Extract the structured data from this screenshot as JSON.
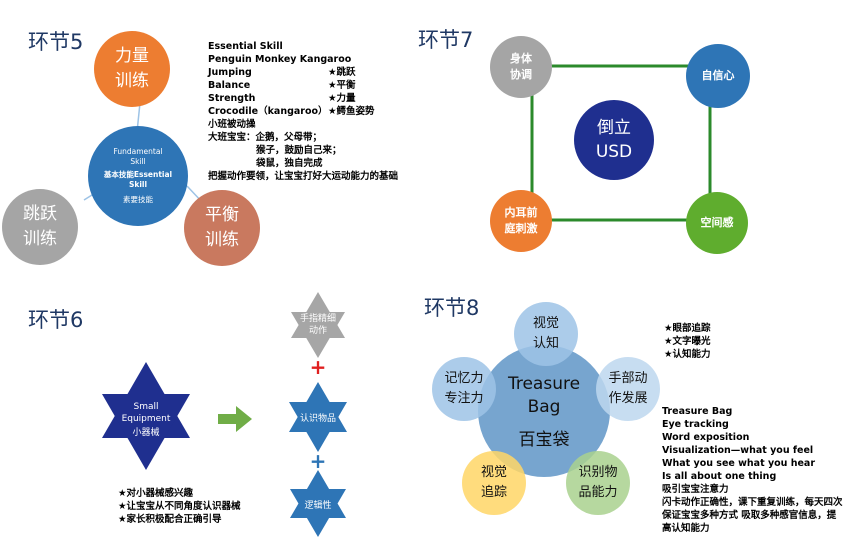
{
  "s5": {
    "heading": "环节5",
    "circles": {
      "strength": "力量\n训练",
      "center_line1": "Fundamental\nSkill",
      "center_line2": "基本技能Essential\nSkill",
      "center_line3": "素要技能",
      "jump": "跳跃\n训练",
      "balance": "平衡\n训练"
    },
    "lines": [
      "Essential Skill",
      "Penguin Monkey Kangaroo",
      "Jumping",
      "Balance",
      "Strength",
      "Crocodile（kangaroo）",
      "小班被动操",
      "大班宝宝：企鹅，父母带；",
      "猴子，鼓励自己来；",
      "袋鼠，独自完成",
      "把握动作要领，让宝宝打好大运动能力的基础"
    ],
    "stars": [
      "★跳跃",
      "★平衡",
      "★力量",
      "★鳄鱼姿势"
    ]
  },
  "s7": {
    "heading": "环节7",
    "center": "倒立\nUSD",
    "tl": "身体\n协调",
    "tr": "自信心",
    "bl": "内耳前\n庭刺激",
    "br": "空间感"
  },
  "s6": {
    "heading": "环节6",
    "big_star_en": "Small\nEquipment",
    "big_star_cn": "小器械",
    "star_top": "手指精细\n动作",
    "star_mid": "认识物品",
    "star_bot": "逻辑性",
    "plus1": "+",
    "plus2": "+",
    "notes": [
      "★对小器械感兴趣",
      "★让宝宝从不同角度认识器械",
      "★家长积极配合正确引导"
    ],
    "colors": {
      "big_star": "#1f2f8f",
      "small_star": "#2e75b6",
      "top_star": "#a6a6a6",
      "arrow": "#70ad47",
      "plus": "#e02020"
    }
  },
  "s8": {
    "heading": "环节8",
    "center_en": "Treasure\nBag",
    "center_cn": "百宝袋",
    "top": "视觉\n认知",
    "right": "手部动\n作发展",
    "left": "记忆力\n专注力",
    "bl": "视觉\n追踪",
    "br": "识别物\n品能力",
    "stars": [
      "★眼部追踪",
      "★文字曝光",
      "★认知能力"
    ],
    "notes": [
      "Treasure Bag",
      "Eye tracking",
      "Word exposition",
      "Visualization—what you feel",
      "What you see what you hear",
      "Is all about one thing",
      "吸引宝宝注意力",
      "闪卡动作正确性，课下重复训练，每天四次",
      "保证宝宝多种方式 吸取多种感官信息，提",
      "高认知能力"
    ]
  }
}
